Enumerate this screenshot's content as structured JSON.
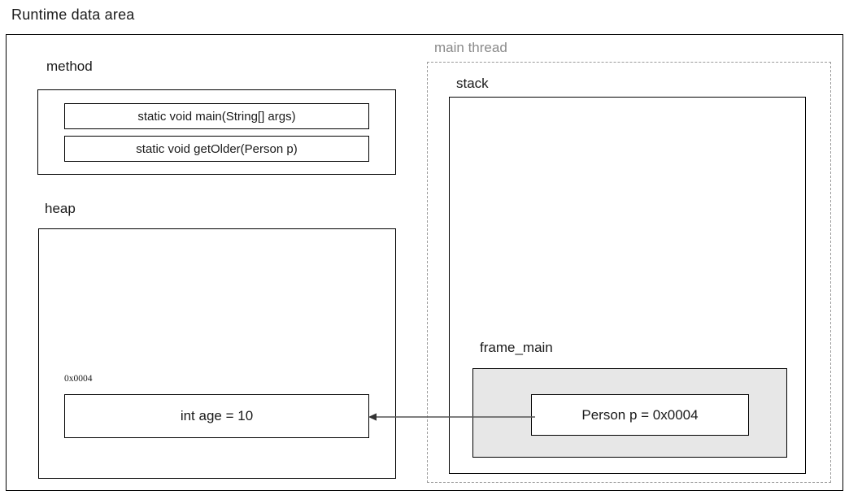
{
  "diagram": {
    "title": "Runtime data area",
    "outer_border_color": "#000000",
    "background": "#ffffff"
  },
  "method_area": {
    "label": "method",
    "entries": [
      {
        "signature": "static void main(String[] args)"
      },
      {
        "signature": "static void getOlder(Person p)"
      }
    ]
  },
  "heap_area": {
    "label": "heap",
    "objects": [
      {
        "address": "0x0004",
        "content": "int age = 10"
      }
    ]
  },
  "thread_area": {
    "label": "main thread",
    "label_color": "#8a8a8a",
    "border_style": "dashed",
    "stack": {
      "label": "stack",
      "frames": [
        {
          "label": "frame_main",
          "fill_color": "#e7e7e7",
          "variables": [
            {
              "declaration": "Person p = 0x0004"
            }
          ]
        }
      ]
    }
  },
  "reference_arrow": {
    "from": "Person p = 0x0004",
    "to": "int age = 10",
    "direction": "left",
    "color": "#555555"
  }
}
